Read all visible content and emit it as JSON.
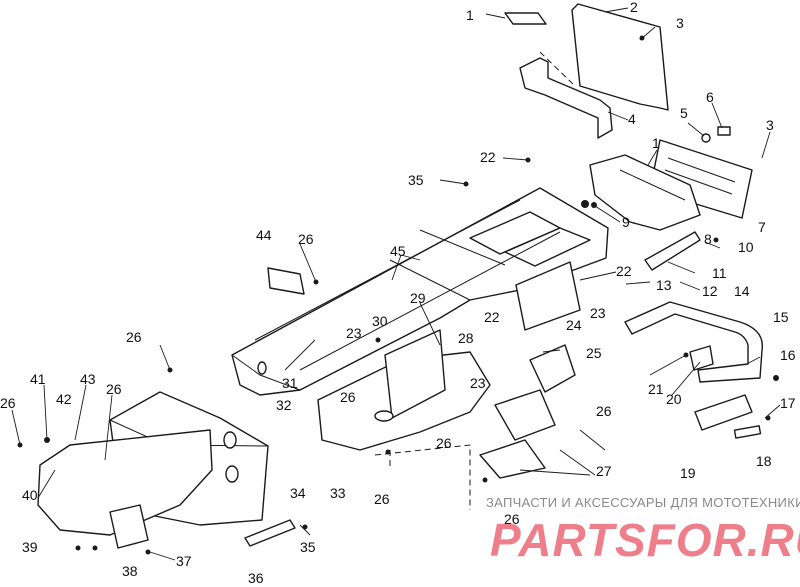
{
  "callouts": [
    {
      "id": "c1a",
      "text": "1"
    },
    {
      "id": "c2",
      "text": "2"
    },
    {
      "id": "c3a",
      "text": "3"
    },
    {
      "id": "c4",
      "text": "4"
    },
    {
      "id": "c5",
      "text": "5"
    },
    {
      "id": "c6",
      "text": "6"
    },
    {
      "id": "c3b",
      "text": "3"
    },
    {
      "id": "c1b",
      "text": "1"
    },
    {
      "id": "c22a",
      "text": "22"
    },
    {
      "id": "c35a",
      "text": "35"
    },
    {
      "id": "c9",
      "text": "9"
    },
    {
      "id": "c7",
      "text": "7"
    },
    {
      "id": "c8",
      "text": "8"
    },
    {
      "id": "c10",
      "text": "10"
    },
    {
      "id": "c44",
      "text": "44"
    },
    {
      "id": "c26a",
      "text": "26"
    },
    {
      "id": "c45",
      "text": "45"
    },
    {
      "id": "c11",
      "text": "11"
    },
    {
      "id": "c22b",
      "text": "22"
    },
    {
      "id": "c13",
      "text": "13"
    },
    {
      "id": "c12",
      "text": "12"
    },
    {
      "id": "c14",
      "text": "14"
    },
    {
      "id": "c29",
      "text": "29"
    },
    {
      "id": "c23a",
      "text": "23"
    },
    {
      "id": "c22c",
      "text": "22"
    },
    {
      "id": "c24",
      "text": "24"
    },
    {
      "id": "c15",
      "text": "15"
    },
    {
      "id": "c26b",
      "text": "26"
    },
    {
      "id": "c30",
      "text": "30"
    },
    {
      "id": "c28",
      "text": "28"
    },
    {
      "id": "c23b",
      "text": "23"
    },
    {
      "id": "c25",
      "text": "25"
    },
    {
      "id": "c16",
      "text": "16"
    },
    {
      "id": "c31",
      "text": "31"
    },
    {
      "id": "c23c",
      "text": "23"
    },
    {
      "id": "c21",
      "text": "21"
    },
    {
      "id": "c20",
      "text": "20"
    },
    {
      "id": "c41",
      "text": "41"
    },
    {
      "id": "c43",
      "text": "43"
    },
    {
      "id": "c26c",
      "text": "26"
    },
    {
      "id": "c32",
      "text": "32"
    },
    {
      "id": "c26d",
      "text": "26"
    },
    {
      "id": "c17",
      "text": "17"
    },
    {
      "id": "c26e",
      "text": "26"
    },
    {
      "id": "c42",
      "text": "42"
    },
    {
      "id": "c26f",
      "text": "26"
    },
    {
      "id": "c26g",
      "text": "26"
    },
    {
      "id": "c27",
      "text": "27"
    },
    {
      "id": "c18",
      "text": "18"
    },
    {
      "id": "c19",
      "text": "19"
    },
    {
      "id": "c33",
      "text": "33"
    },
    {
      "id": "c34",
      "text": "34"
    },
    {
      "id": "c26h",
      "text": "26"
    },
    {
      "id": "c40",
      "text": "40"
    },
    {
      "id": "c26i",
      "text": "26"
    },
    {
      "id": "c39",
      "text": "39"
    },
    {
      "id": "c37",
      "text": "37"
    },
    {
      "id": "c38",
      "text": "38"
    },
    {
      "id": "c35b",
      "text": "35"
    },
    {
      "id": "c36",
      "text": "36"
    }
  ],
  "watermark": {
    "tagline": "ЗАПЧАСТИ И АКСЕССУАРЫ ДЛЯ МОТОТЕХНИКИ",
    "logo": "PARTSFOR.RU",
    "logo_color": "#e0001a"
  }
}
